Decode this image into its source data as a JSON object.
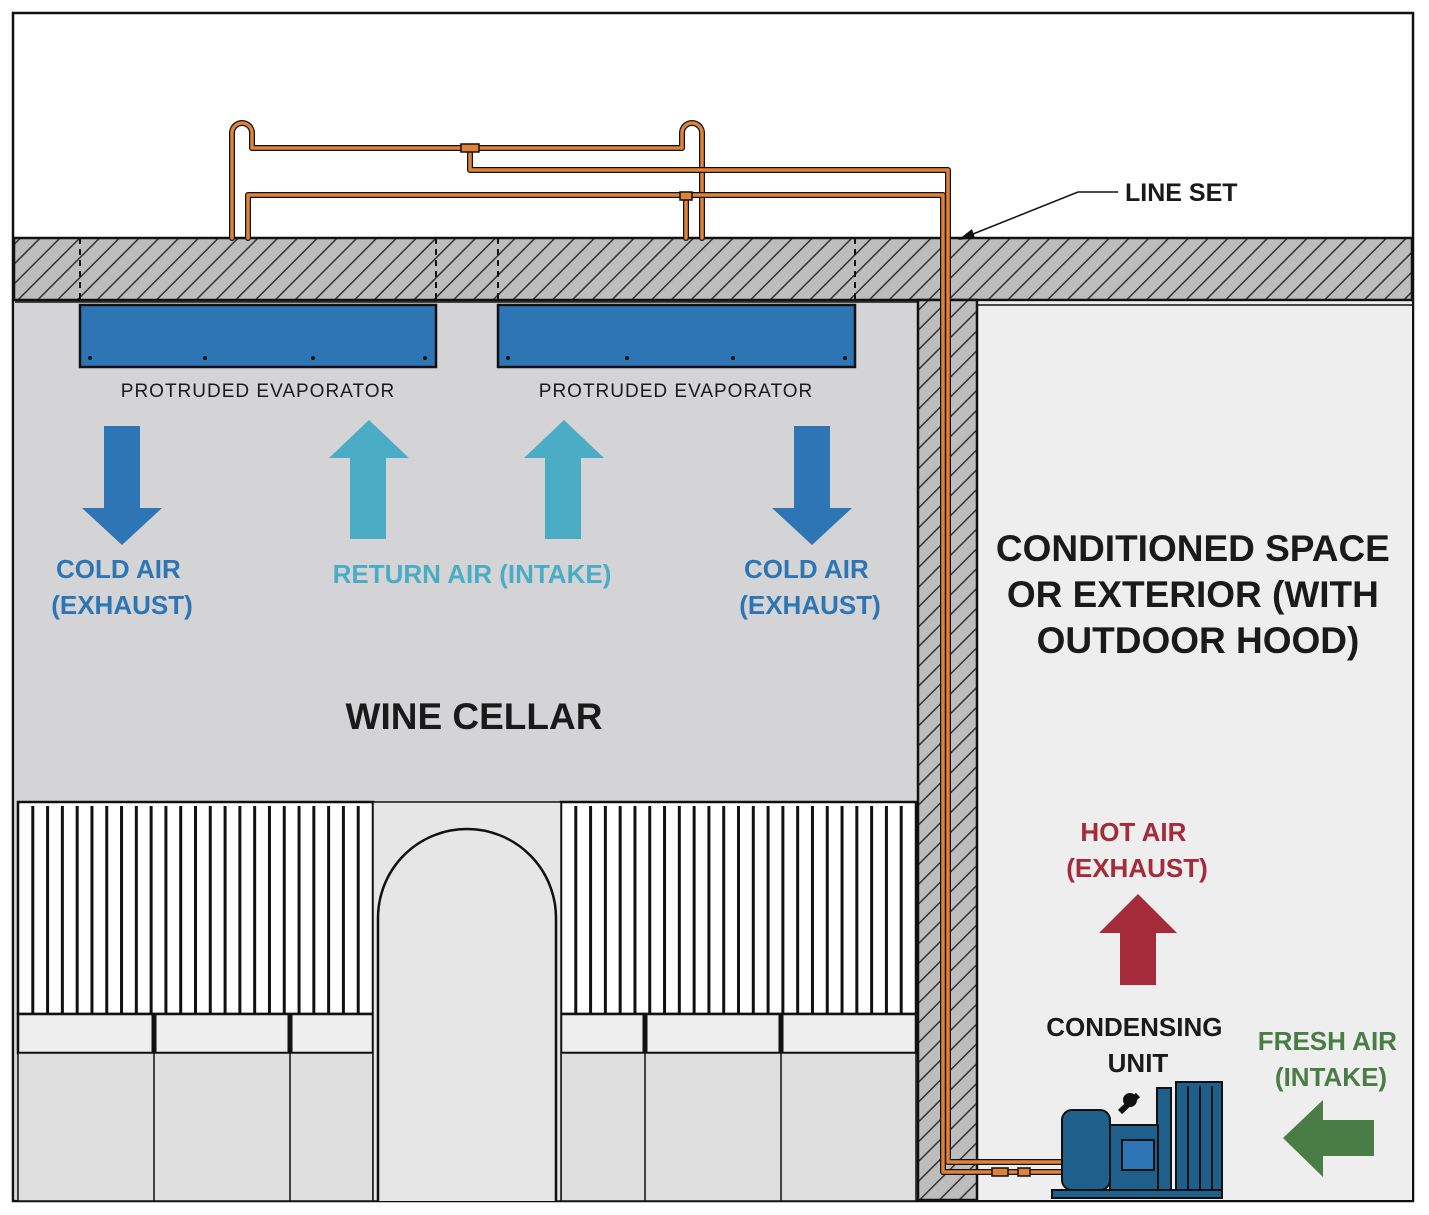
{
  "labels": {
    "line_set": "LINE SET",
    "evaporator_left": "PROTRUDED EVAPORATOR",
    "evaporator_right": "PROTRUDED EVAPORATOR",
    "cold_air_left": [
      "COLD AIR",
      "(EXHAUST)"
    ],
    "return_air": "RETURN AIR (INTAKE)",
    "cold_air_right": [
      "COLD AIR",
      "(EXHAUST)"
    ],
    "wine_cellar": "WINE CELLAR",
    "conditioned_space": [
      "CONDITIONED SPACE",
      "OR EXTERIOR (WITH",
      "OUTDOOR HOOD)"
    ],
    "hot_air": [
      "HOT AIR",
      "(EXHAUST)"
    ],
    "condensing_unit": [
      "CONDENSING",
      "UNIT"
    ],
    "fresh_air": [
      "FRESH AIR",
      "(INTAKE)"
    ]
  },
  "colors": {
    "cold_air": "#2e75b6",
    "return_air": "#4bacc6",
    "hot_air": "#a52a3a",
    "fresh_air": "#4a7c45",
    "evaporator": "#2e75b6",
    "line_set": "#e0823a",
    "cellar_fill": "#d4d4d6",
    "conditioned_fill": "#eeeeee",
    "condensing_unit": "#1f5f8b",
    "text": "#1a1a1a"
  }
}
